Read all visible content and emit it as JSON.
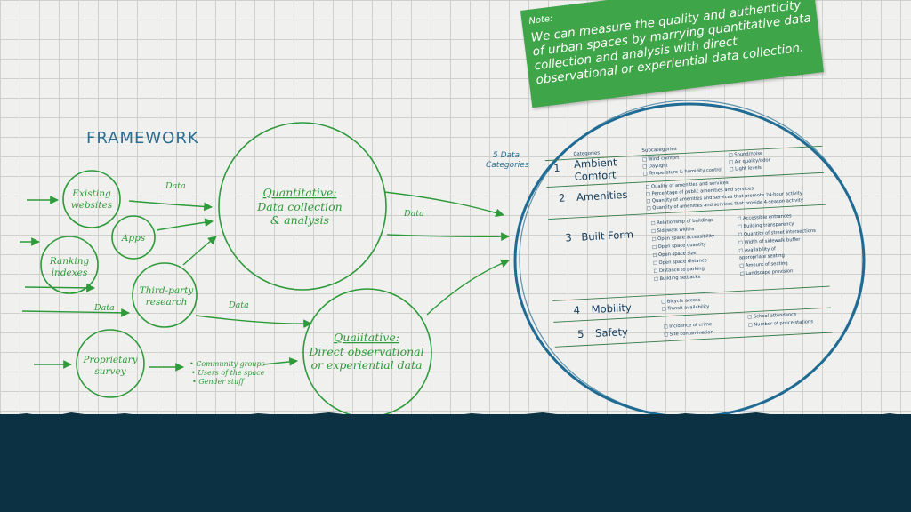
{
  "note": {
    "label": "Note:",
    "text": "We can measure the quality and authenticity of urban spaces by marrying quantitative data collection and analysis with direct observational or experiential data collection."
  },
  "diagram": {
    "title": "FRAMEWORK",
    "sources": {
      "existing_websites": [
        "Existing",
        "websites"
      ],
      "apps": "Apps",
      "ranking_indexes": [
        "Ranking",
        "indexes"
      ],
      "third_party_research": [
        "Third-party",
        "research"
      ],
      "proprietary_survey": [
        "Proprietary",
        "survey"
      ]
    },
    "edge_labels": {
      "data_1": "Data",
      "data_2": "Data",
      "data_3": "Data",
      "data_4": "Data"
    },
    "quantitative": [
      "Quantitative:",
      "Data collection",
      "& analysis"
    ],
    "qualitative": [
      "Qualitative:",
      "Direct observational",
      "or experiential data"
    ],
    "survey_bullets": [
      "• Community groups",
      "• Users of the space",
      "• Gender stuff"
    ],
    "five_categories": [
      "5 Data",
      "Categories"
    ]
  },
  "table": {
    "col_categories": "Categories",
    "col_subcategories": "Subcategories",
    "rows": [
      {
        "num": "1",
        "name": [
          "Ambient",
          "Comfort"
        ],
        "sub_col1": [
          "□ Wind comfort",
          "□ Daylight",
          "□ Temperature & humidity control"
        ],
        "sub_col2": [
          "□ Sound/noise",
          "□ Air quality/odor",
          "□ Light levels"
        ]
      },
      {
        "num": "2",
        "name": [
          "Amenities"
        ],
        "sub_col1": [
          "□ Quality of amenities and services",
          "□ Percentage of public amenities and services",
          "□ Quantity of amenities and services that promote 24-hour activity",
          "□ Quantity of amenities and services that provide 4-season activity"
        ],
        "sub_col2": []
      },
      {
        "num": "3",
        "name": [
          "Built Form"
        ],
        "sub_col1": [
          "□ Relationship of buildings",
          "□ Sidewalk widths",
          "□ Open space accessibility",
          "□ Open space quantity",
          "□ Open space size",
          "□ Open space distance",
          "□ Distance to parking",
          "□ Building setbacks"
        ],
        "sub_col2": [
          "□ Accessible entrances",
          "□ Building transparency",
          "□ Quantity of street intersections",
          "□ Width of sidewalk buffer",
          "□ Availability of",
          "   appropriate seating",
          "□ Amount of seating",
          "□ Landscape provision"
        ]
      },
      {
        "num": "4",
        "name": [
          "Mobility"
        ],
        "sub_col1": [
          "□ Bicycle access",
          "□ Transit availability"
        ],
        "sub_col2": []
      },
      {
        "num": "5",
        "name": [
          "Safety"
        ],
        "sub_col1": [
          "□ Incidence of crime",
          "□ Site contamination"
        ],
        "sub_col2": [
          "□ School attendance",
          "□ Number of police stations"
        ]
      }
    ]
  },
  "colors": {
    "green": "#2e9a3a",
    "note_green": "#3ea548",
    "blue_circle": "#1f6b93",
    "footer": "#0b3142"
  }
}
